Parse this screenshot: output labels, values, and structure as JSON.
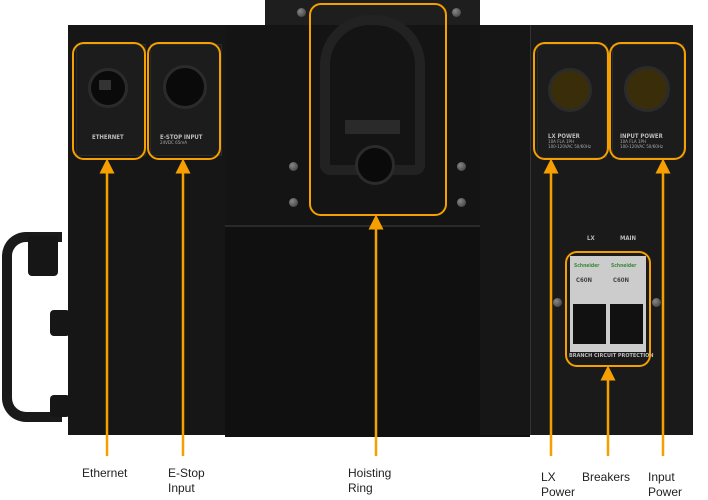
{
  "panels": {
    "ethernet": {
      "title": "ETHERNET"
    },
    "estop": {
      "title": "E-STOP INPUT",
      "spec": "24VDC 65mA"
    },
    "lx_power": {
      "title": "LX POWER",
      "spec1": "10A FLA 1PH",
      "spec2": "100-120VAC 50/60Hz"
    },
    "input_power": {
      "title": "INPUT POWER",
      "spec1": "10A FLA 1PH",
      "spec2": "100-120VAC 50/60Hz"
    },
    "breakers": {
      "lx": "LX",
      "main": "MAIN",
      "brand": "Schneider",
      "model": "C60N",
      "footer": "BRANCH CIRCUIT PROTECTION"
    }
  },
  "callouts": [
    {
      "label": "Ethernet"
    },
    {
      "label": "E-Stop\nInput"
    },
    {
      "label": "Hoisting\nRing"
    },
    {
      "label": "LX\nPower"
    },
    {
      "label": "Breakers"
    },
    {
      "label": "Input\nPower"
    }
  ],
  "colors": {
    "accent": "#f5a000",
    "chassis": "#161616"
  }
}
